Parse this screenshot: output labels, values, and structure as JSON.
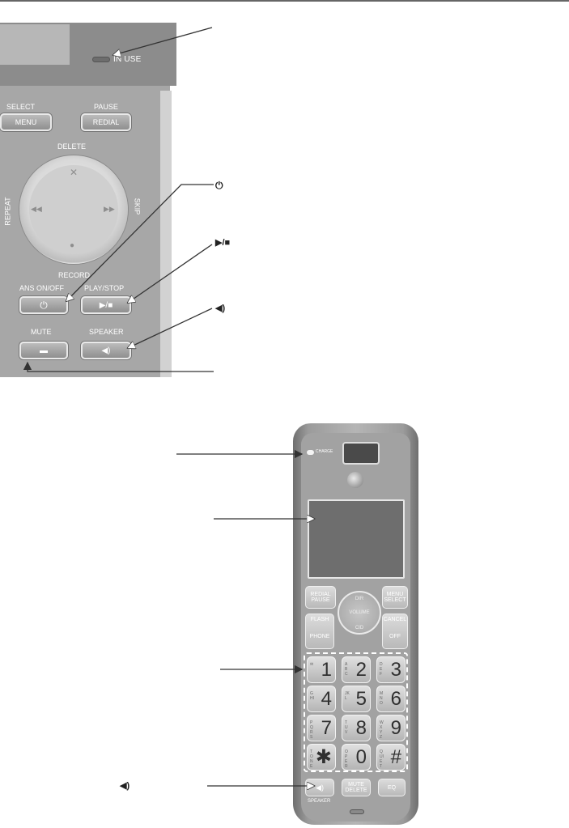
{
  "base": {
    "in_use": "IN USE",
    "select": "SELECT",
    "menu": "MENU",
    "pause": "PAUSE",
    "redial": "REDIAL",
    "delete": "DELETE",
    "repeat": "REPEAT",
    "skip": "SKIP",
    "record": "RECORD",
    "ans_on_off": "ANS ON/OFF",
    "play_stop": "PLAY/STOP",
    "mute": "MUTE",
    "speaker": "SPEAKER",
    "wheel_x": "✕",
    "wheel_rew": "◀◀",
    "wheel_ff": "▶▶",
    "wheel_rec": "●",
    "power_glyph": "⏻",
    "playstop_glyph": "▶/■",
    "speaker_glyph": "🔈)",
    "mute_glyph": "▬"
  },
  "callouts": {
    "power_symbol": "⏻",
    "playstop_symbol": "▶/■",
    "speaker_symbol": "◀)",
    "handset_speaker_symbol": "◀)"
  },
  "handset": {
    "charge": "CHARGE",
    "redial": "REDIAL",
    "pause": "PAUSE",
    "menu": "MENU",
    "select": "SELECT",
    "dir": "DIR",
    "volume": "VOLUME",
    "cid": "CID",
    "flash": "FLASH",
    "phone": "PHONE",
    "cancel": "CANCEL",
    "off": "OFF",
    "mute": "MUTE",
    "delete": "DELETE",
    "eq": "EQ",
    "speaker": "SPEAKER",
    "keys": [
      {
        "digit": "1",
        "sub": "✉"
      },
      {
        "digit": "2",
        "sub": "ABC"
      },
      {
        "digit": "3",
        "sub": "DEF"
      },
      {
        "digit": "4",
        "sub": "GHI"
      },
      {
        "digit": "5",
        "sub": "JKL"
      },
      {
        "digit": "6",
        "sub": "MNO"
      },
      {
        "digit": "7",
        "sub": "PQRS"
      },
      {
        "digit": "8",
        "sub": "TUV"
      },
      {
        "digit": "9",
        "sub": "WXYZ"
      },
      {
        "digit": "✱",
        "sub": "TONE"
      },
      {
        "digit": "0",
        "sub": "OPER"
      },
      {
        "digit": "#",
        "sub": "QUIET"
      }
    ]
  }
}
